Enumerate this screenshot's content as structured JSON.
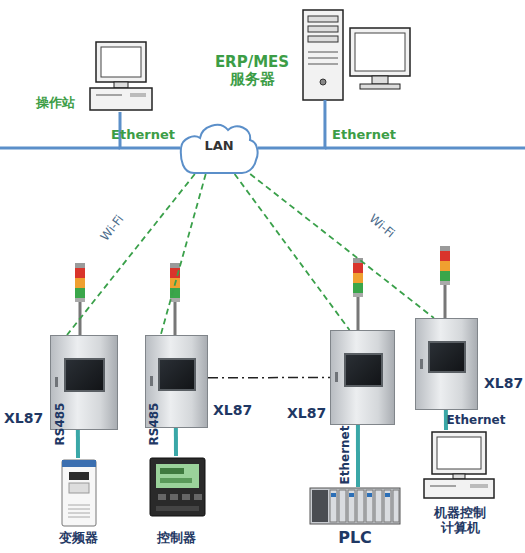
{
  "diagram": {
    "nodes": [
      {
        "text": [
          "操作站"
        ]
      },
      {
        "text": [
          "ERP/MES 服务器"
        ]
      },
      {
        "text": [
          "LAN"
        ]
      },
      {
        "text": [
          "XL87"
        ]
      },
      {
        "text": [
          "XL87"
        ]
      },
      {
        "text": [
          "XL87"
        ]
      },
      {
        "text": [
          "XL87"
        ]
      },
      {
        "text": [
          "变频器"
        ]
      },
      {
        "text": [
          "控制器"
        ]
      },
      {
        "text": [
          "PLC"
        ]
      },
      {
        "text": [
          "机器控制 计算机"
        ]
      }
    ],
    "edges": [
      {
        "from": 0,
        "to": 2,
        "label": "Ethernet",
        "arrow": "none"
      },
      {
        "from": 2,
        "to": 1,
        "label": "Ethernet",
        "arrow": "none"
      },
      {
        "from": 2,
        "to": 3,
        "label": "Wi-Fi",
        "arrow": "none"
      },
      {
        "from": 2,
        "to": 4,
        "arrow": "none"
      },
      {
        "from": 2,
        "to": 5,
        "arrow": "none"
      },
      {
        "from": 2,
        "to": 6,
        "label": "Wi-Fi",
        "arrow": "none"
      },
      {
        "from": 4,
        "to": 5,
        "arrow": "none"
      },
      {
        "from": 3,
        "to": 7,
        "label": "RS485",
        "arrow": "none"
      },
      {
        "from": 4,
        "to": 8,
        "label": "RS485",
        "arrow": "none"
      },
      {
        "from": 5,
        "to": 9,
        "label": "Ethernet",
        "arrow": "none"
      },
      {
        "from": 6,
        "to": 10,
        "label": "Ethernet",
        "arrow": "none"
      }
    ]
  }
}
